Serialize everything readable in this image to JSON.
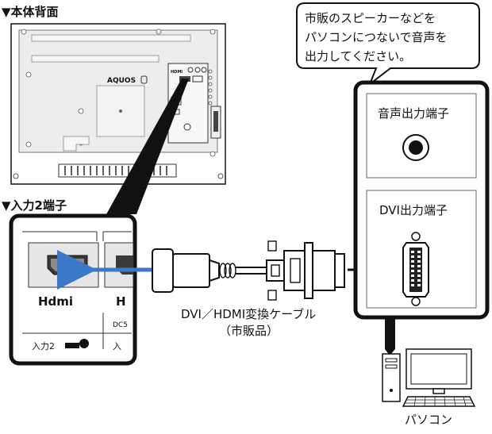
{
  "labels": {
    "back_title": "▼本体背面",
    "input_title": "▼入力2端子",
    "callout_line1": "市販のスピーカーなどを",
    "callout_line2": "パソコンにつないで音声を",
    "callout_line3": "出力してください。",
    "audio_port": "音声出力端子",
    "dvi_port": "DVI出力端子",
    "cable_line1": "DVI／HDMI変換ケーブル",
    "cable_line2": "（市販品）",
    "pc": "パソコン",
    "brand": "AQUOS",
    "hdmi_logo": "Hdmi",
    "hdmi_logo_partial": "H",
    "dc_label": "DC5",
    "input2_label": "入力2",
    "input2_num": "2",
    "input_partial": "入",
    "port_logo_small": "HDMI"
  },
  "colors": {
    "outline": "#111111",
    "signal_arrow": "#3a78c8",
    "gray_fill": "#d9d9d9",
    "light_fill": "#ebebeb"
  }
}
